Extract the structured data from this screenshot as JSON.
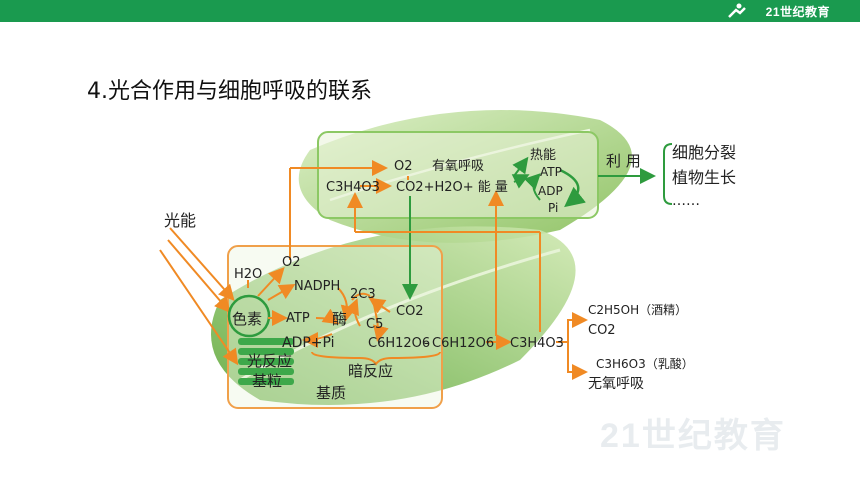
{
  "header": {
    "logo_text": "21世纪教育",
    "bar_color": "#1a9a4f"
  },
  "title": "4.光合作用与细胞呼吸的联系",
  "colors": {
    "orange": "#f08a24",
    "green": "#2e9b3e",
    "leaf": "#7fbf4a"
  },
  "diagram": {
    "light_energy": "光能",
    "h2o": "H2O",
    "o2_top": "O2",
    "nadph": "NADPH",
    "pigment": "色素",
    "atp": "ATP",
    "adp_pi": "ADP+Pi",
    "light_reaction": "光反应",
    "grana": "基粒",
    "enzyme": "酶",
    "c3_2": "2C3",
    "c5": "C5",
    "co2": "CO2",
    "glucose": "C6H12O6",
    "dash": "-",
    "c3h4o3_mid": "C3H4O3",
    "dark_reaction": "暗反应",
    "stroma": "基质",
    "aerobic_o2": "O2",
    "aerobic": "有氧呼吸",
    "aerobic_eq_left": "C3H4O3",
    "aerobic_eq_right": "CO2+H2O+ 能 量",
    "heat": "热能",
    "atp2": "ATP",
    "adp2": "ADP",
    "pi2": "Pi",
    "use": "利 用",
    "uses": [
      "细胞分裂",
      "植物生长",
      "……"
    ],
    "ethanol": "C2H5OH（酒精）",
    "co2_b": "CO2",
    "lactic": "C3H6O3（乳酸）",
    "anaerobic": "无氧呼吸"
  },
  "watermark": "21世纪教育"
}
